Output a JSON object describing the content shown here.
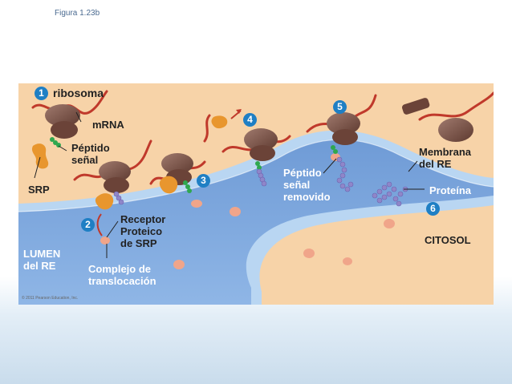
{
  "caption": "Figura 1.23b",
  "labels": {
    "ribosoma": "ribosoma",
    "mrna": "mRNA",
    "peptido_senal": "Péptido\nseñal",
    "srp": "SRP",
    "receptor_srp": "Receptor\nProteico\nde SRP",
    "lumen": "LUMEN\ndel RE",
    "complejo": "Complejo de\ntranslocación",
    "peptido_removido": "Péptido\nseñal\nremovido",
    "membrana": "Membrana\ndel RE",
    "proteina": "Proteína",
    "citosol": "CITOSOL"
  },
  "steps": [
    "1",
    "2",
    "3",
    "4",
    "5",
    "6"
  ],
  "copyright": "© 2011 Pearson Education, Inc.",
  "colors": {
    "cytosol": "#f7d3a8",
    "lumen": "#7fa8dd",
    "membrane": "#b9d6f2",
    "ribosome": "#7a4f44",
    "mrna": "#c0392b",
    "srp": "#e8962e",
    "peptide": "#2fa84f",
    "protein": "#8f86c9",
    "step_badge": "#1f7fc4"
  }
}
